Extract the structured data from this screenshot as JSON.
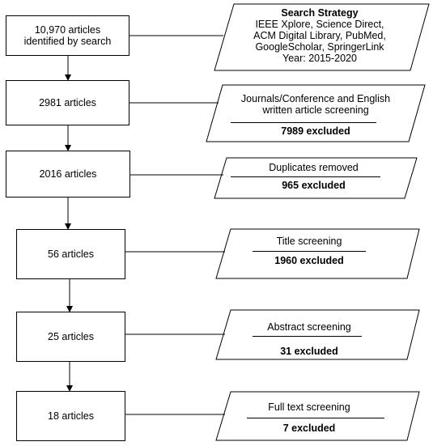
{
  "stages": [
    {
      "lines": [
        "10,970  articles",
        "identified by search"
      ]
    },
    {
      "lines": [
        "2981 articles"
      ]
    },
    {
      "lines": [
        "2016 articles"
      ]
    },
    {
      "lines": [
        "56 articles"
      ]
    },
    {
      "lines": [
        "25 articles"
      ]
    },
    {
      "lines": [
        "18 articles"
      ]
    }
  ],
  "search_strategy": {
    "title": "Search Strategy",
    "lines": [
      "IEEE Xplore, Science Direct,",
      "ACM Digital Library, PubMed,",
      "GoogleScholar, SpringerLink",
      "Year: 2015-2020"
    ]
  },
  "exclusions": [
    {
      "lines": [
        "Journals/Conference and English",
        "written article screening"
      ],
      "excluded": "7989 excluded"
    },
    {
      "lines": [
        "Duplicates removed"
      ],
      "excluded": "965 excluded"
    },
    {
      "lines": [
        "Title  screening"
      ],
      "excluded": "1960  excluded"
    },
    {
      "lines": [
        "Abstract  screening"
      ],
      "excluded": "31  excluded"
    },
    {
      "lines": [
        "Full text screening"
      ],
      "excluded": "7  excluded"
    }
  ]
}
